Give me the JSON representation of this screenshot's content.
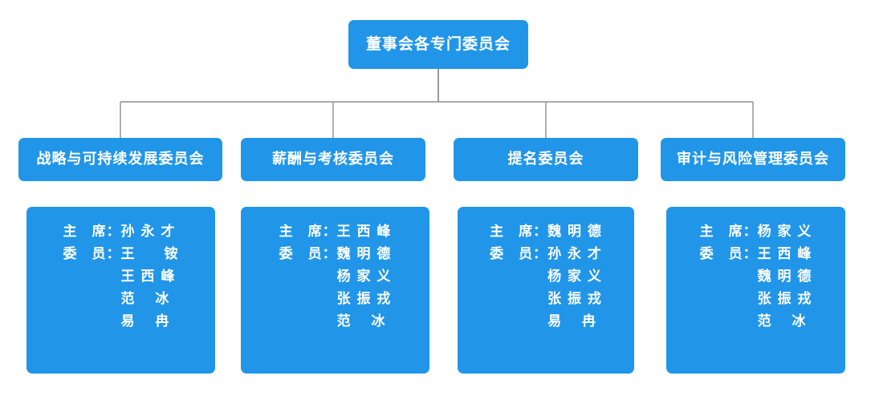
{
  "diagram": {
    "title": "董事会各专门委员会",
    "accent_color": "#2196e8",
    "line_color": "#808080",
    "text_color": "#ffffff",
    "background_color": "#ffffff",
    "role_labels": {
      "chair": "主　席：",
      "member": "委　员："
    },
    "committees": [
      {
        "name": "战略与可持续发展委员会",
        "chair": "孙 永 才",
        "members": [
          "王　　铵",
          "王 西 峰",
          "范　  冰",
          "易　  冉"
        ]
      },
      {
        "name": "薪酬与考核委员会",
        "chair": "王 西 峰",
        "members": [
          "魏 明 德",
          "杨 家 义",
          "张 振 戎",
          "范　  冰"
        ]
      },
      {
        "name": "提名委员会",
        "chair": "魏 明 德",
        "members": [
          "孙 永 才",
          "杨 家 义",
          "张 振 戎",
          "易　  冉"
        ]
      },
      {
        "name": "审计与风险管理委员会",
        "chair": "杨 家 义",
        "members": [
          "王 西 峰",
          "魏 明 德",
          "张 振 戎",
          "范　  冰"
        ]
      }
    ]
  }
}
